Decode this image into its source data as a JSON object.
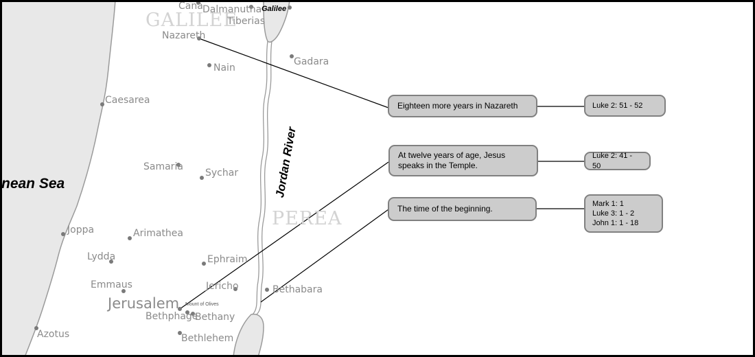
{
  "map": {
    "sea_label": "nean Sea",
    "river_label": "Jordan River",
    "lake_label": "Galilee",
    "regions": {
      "galilee": "GALILEE",
      "perea": "PEREA"
    },
    "places": {
      "cana": "Cana",
      "dalmanutha": "Dalmanutha",
      "tiberias": "Tiberias",
      "nazareth": "Nazareth",
      "gadara": "Gadara",
      "nain": "Nain",
      "caesarea": "Caesarea",
      "samaria": "Samaria",
      "sychar": "Sychar",
      "joppa": "Joppa",
      "arimathea": "Arimathea",
      "lydda": "Lydda",
      "ephraim": "Ephraim",
      "emmaus": "Emmaus",
      "jericho": "Jericho",
      "bethabara": "Bethabara",
      "jerusalem": "Jerusalem",
      "mount_of_olives": "Mount of Olives",
      "bethphage": "Bethphage",
      "bethany": "Bethany",
      "azotus": "Azotus",
      "bethlehem": "Bethlehem"
    }
  },
  "events": [
    {
      "text": "Eighteen more years in Nazareth",
      "refs": [
        "Luke 2: 51 - 52"
      ]
    },
    {
      "text": "At twelve years of age, Jesus speaks in the Temple.",
      "refs": [
        "Luke 2: 41 - 50"
      ]
    },
    {
      "text": "The time of the beginning.",
      "refs": [
        "Mark 1: 1",
        "Luke 3: 1 - 2",
        "John 1: 1 - 18"
      ]
    }
  ],
  "colors": {
    "land_sea": "#e8e8e8",
    "box_fill": "#cccccc",
    "box_border": "#808080",
    "label_grey": "#8a8a8a"
  }
}
